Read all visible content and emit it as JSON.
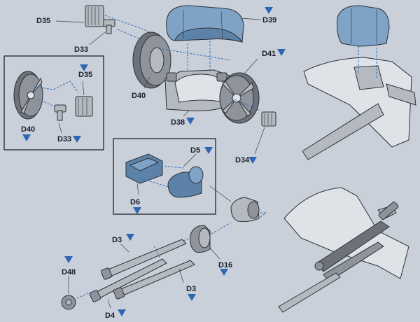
{
  "labels": {
    "d35_top": "D35",
    "d33_top": "D33",
    "d39": "D39",
    "d41": "D41",
    "d40": "D40",
    "d38": "D38",
    "d34": "D34",
    "inset_d35": "D35",
    "inset_d40": "D40",
    "inset_d33": "D33",
    "d5": "D5",
    "d6": "D6",
    "d3_top": "D3",
    "d3_bottom": "D3",
    "d4": "D4",
    "d48": "D48",
    "d16": "D16"
  },
  "colors": {
    "background": "#c9d0d9",
    "part_blue": "#7fa3c6",
    "part_grey": "#8f949c",
    "marker_blue": "#2f66b3"
  }
}
